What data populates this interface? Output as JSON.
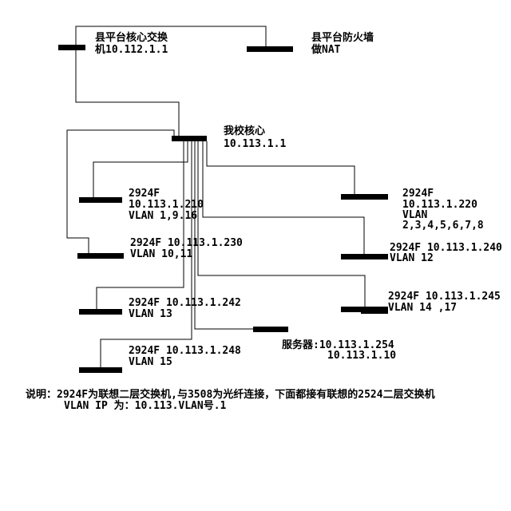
{
  "nodes": {
    "county_core": {
      "line1": "县平台核心交换",
      "line2": "机10.112.1.1"
    },
    "county_firewall": {
      "line1": "县平台防火墙",
      "line2": "做NAT"
    },
    "school_core": {
      "line1": "我校核心",
      "line2": "10.113.1.1"
    },
    "switch_210": {
      "line1": "2924F",
      "line2": "10.113.1.210",
      "line3": "VLAN 1,9.16"
    },
    "switch_230": {
      "line1": "2924F 10.113.1.230",
      "line2": "VLAN 10,11"
    },
    "switch_242": {
      "line1": "2924F 10.113.1.242",
      "line2": "VLAN 13"
    },
    "switch_248": {
      "line1": "2924F 10.113.1.248",
      "line2": "VLAN 15"
    },
    "switch_220": {
      "line1": "2924F",
      "line2": "10.113.1.220",
      "line3": "VLAN",
      "line4": "2,3,4,5,6,7,8"
    },
    "switch_240": {
      "line1": "2924F 10.113.1.240",
      "line2": "VLAN 12"
    },
    "switch_245": {
      "line1": "2924F 10.113.1.245",
      "line2": "VLAN 14 ,17"
    },
    "server": {
      "line1": "服务器:10.113.1.254",
      "line2": "10.113.1.10"
    }
  },
  "note": {
    "line1": "说明：2924F为联想二层交换机,与3508为光纤连接，下面都接有联想的2524二层交换机",
    "line2": "VLAN IP 为：10.113.VLAN号.1"
  },
  "colors": {
    "background": "#ffffff",
    "ink": "#000000"
  }
}
